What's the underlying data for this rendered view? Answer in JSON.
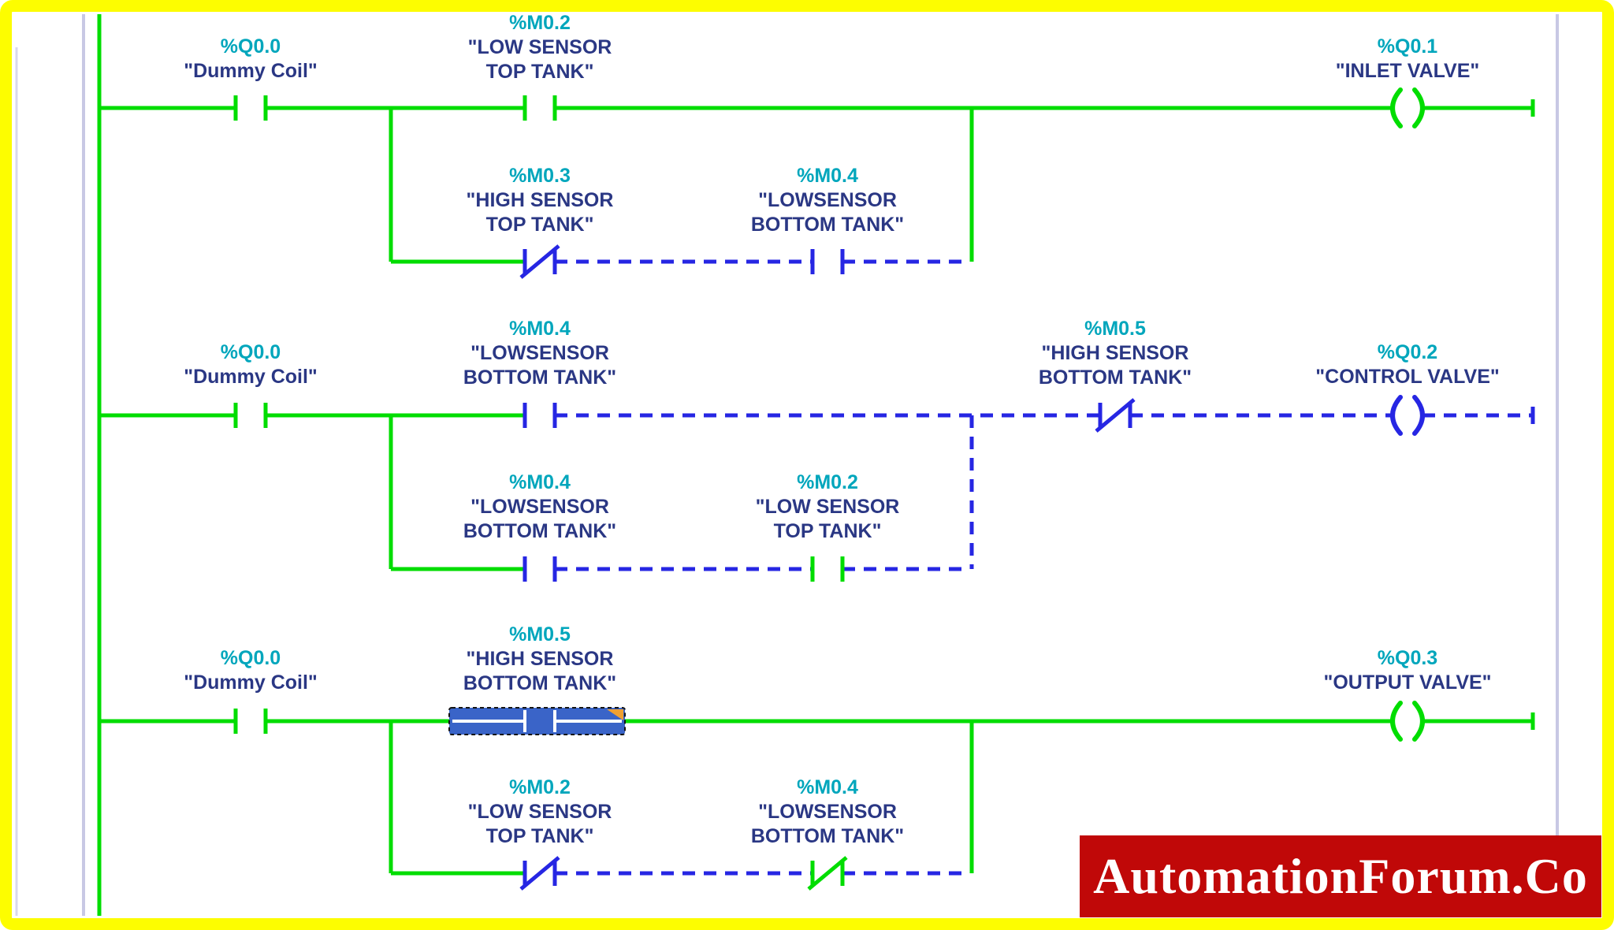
{
  "app": {
    "description": "PLC ladder logic editor network view"
  },
  "colors": {
    "powered_wire": "#00dd00",
    "unpowered_wire": "#2626e3",
    "address_text": "#00a6bc",
    "operand_name_text": "#2a3784",
    "selection_fill": "#3a64c8",
    "selection_corner": "#f0a032",
    "frame_border": "#fdfd00",
    "watermark_bg": "#c00808"
  },
  "ladder": {
    "rung1": {
      "q00": {
        "address": "%Q0.0",
        "name": "\"Dummy Coil\""
      },
      "m02": {
        "address": "%M0.2",
        "line1": "\"LOW SENSOR",
        "line2": "TOP TANK\""
      },
      "q01": {
        "address": "%Q0.1",
        "name": "\"INLET VALVE\""
      },
      "branch_m03": {
        "address": "%M0.3",
        "line1": "\"HIGH SENSOR",
        "line2": "TOP TANK\""
      },
      "branch_m04": {
        "address": "%M0.4",
        "line1": "\"LOWSENSOR",
        "line2": "BOTTOM TANK\""
      }
    },
    "rung2": {
      "q00": {
        "address": "%Q0.0",
        "name": "\"Dummy Coil\""
      },
      "m04": {
        "address": "%M0.4",
        "line1": "\"LOWSENSOR",
        "line2": "BOTTOM TANK\""
      },
      "m05": {
        "address": "%M0.5",
        "line1": "\"HIGH SENSOR",
        "line2": "BOTTOM TANK\""
      },
      "q02": {
        "address": "%Q0.2",
        "name": "\"CONTROL VALVE\""
      },
      "branch_m04": {
        "address": "%M0.4",
        "line1": "\"LOWSENSOR",
        "line2": "BOTTOM TANK\""
      },
      "branch_m02": {
        "address": "%M0.2",
        "line1": "\"LOW SENSOR",
        "line2": "TOP TANK\""
      }
    },
    "rung3": {
      "q00": {
        "address": "%Q0.0",
        "name": "\"Dummy Coil\""
      },
      "m05": {
        "address": "%M0.5",
        "line1": "\"HIGH SENSOR",
        "line2": "BOTTOM TANK\""
      },
      "q03": {
        "address": "%Q0.3",
        "name": "\"OUTPUT VALVE\""
      },
      "branch_m02": {
        "address": "%M0.2",
        "line1": "\"LOW SENSOR",
        "line2": "TOP TANK\""
      },
      "branch_m04": {
        "address": "%M0.4",
        "line1": "\"LOWSENSOR",
        "line2": "BOTTOM TANK\""
      }
    }
  },
  "watermark": {
    "text": "AutomationForum.Co"
  }
}
